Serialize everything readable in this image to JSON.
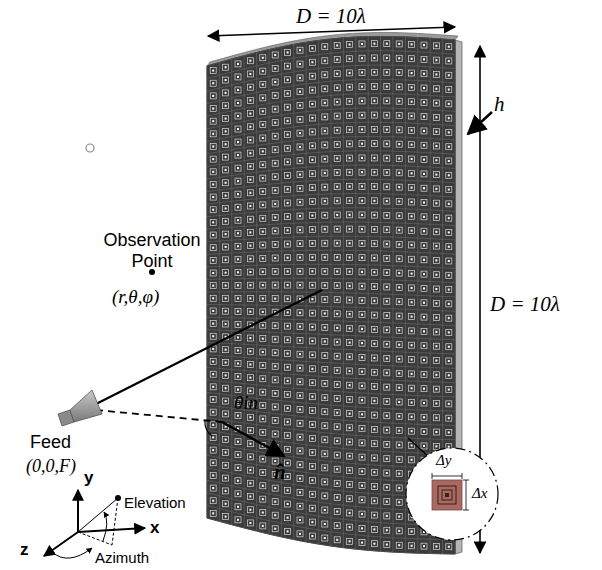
{
  "diagram": {
    "labels": [
      "D = 10λ",
      "h",
      "D = 10λ",
      "Observation Point",
      "(r,θ,φ)",
      "Feed",
      "(0,0,F)",
      "θin",
      "n̂",
      "Δy",
      "Δx",
      "y",
      "x",
      "z",
      "Elevation",
      "Azimuth"
    ]
  }
}
